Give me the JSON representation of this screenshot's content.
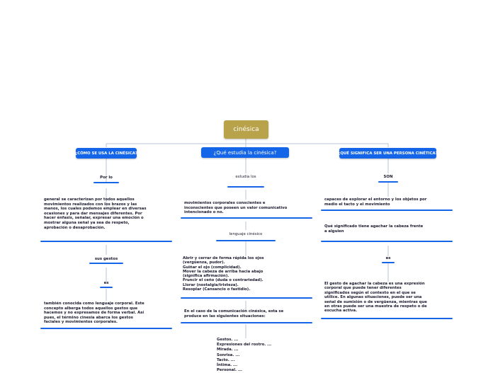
{
  "root": {
    "label": "cinésica"
  },
  "left": {
    "question": "¿CÓMO SE USA LA CINÉSICA?",
    "connector1": "Por lo",
    "text1": "general se caracterizan por todos aquellos\nmovimientos realizados con los brazos y las\nmanos, los cuales podemos emplear en diversas\nocasiones y para dar mensajes diferentes. Por\nhacer énfasis, señalar, expresar una emoción o\nmostrar alguna señal ya sea de respeto,\naprobación o desaprobación.",
    "connector2": "sus gestos",
    "connector3": "es",
    "text2": "también conocida como lenguaje corporal. Este\nconcepto alberga todos aquellos gestos que\nhacemos y no expresamos de forma verbal. Así\npues, el término cinesia abarca los gestos\nfaciales y movimientos corporales."
  },
  "center": {
    "question": "¿Qué estudia la cinésica?",
    "connector1": "estudia los",
    "text1": "movimientos corporales conscientes e\ninconscientes que poseen un valor comunicativo\nintencionado o no.",
    "connector2": "lenguaje cinésico",
    "text2": "    Abrir y cerrar de forma rápida los ojos\n(vergüenza, pudor).\n    Guiñar el ojo (complicidad).\n    Mover la cabeza de arriba hacia abajo\n(significa afirmación).\n    Fruncir el ceño (duda o contrariedad).\n    Llorar (nostalgia/tristeza).\n    Resoplar (Cansancio o fastidio).",
    "text3": "En el caso de la comunicación cinésica, esta se\nproduce en las siguientes situaciones:",
    "list": "Gestos. ...\nExpresiones del rostro. ...\nMirada. ...\nSonrisa. ...\nTacto. ...\nÍntima. ...\nPersonal. ..."
  },
  "right": {
    "question": "¿QUÉ SIGNIFICA SER UNA PERSONA CINÉTICA?",
    "connector1": "SON",
    "text1": "capaces de explorar el entorno y los objetos por\nmedio el tacto y el movimiento",
    "text2": "Qué significado tiene agachar la cabeza frente\na alguien",
    "connector2": "es",
    "text3": "El gesto de agachar la cabeza es una expresión\ncorporal que puede tener diferentes\nsignificados según el contexto en el que se\nutilice. En algunas situaciones, puede ser una\nseñal de sumisión o de vergüenza, mientras que\nen otras puede ser una muestra de respeto o de\nescucha activa."
  },
  "colors": {
    "root": "#b8a24a",
    "topic": "#1565e8",
    "line": "#1565e8"
  }
}
